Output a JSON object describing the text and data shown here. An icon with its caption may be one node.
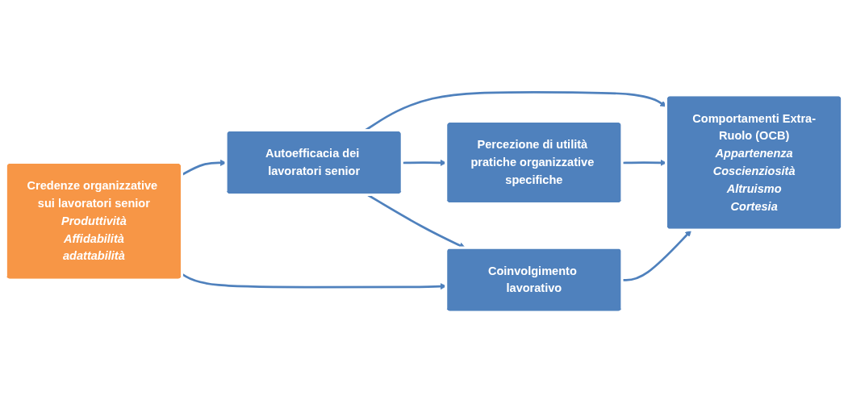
{
  "diagram": {
    "nodes": [
      {
        "text": [
          "Credenze organizzative sui lavoratori senior",
          "Produttività",
          "Affidabilità",
          "adattabilità"
        ]
      },
      {
        "text": [
          "Autoefficacia dei lavoratori senior"
        ]
      },
      {
        "text": [
          "Percezione di utilità pratiche organizzative specifiche"
        ]
      },
      {
        "text": [
          "Coinvolgimento lavorativo"
        ]
      },
      {
        "text": [
          "Comportamenti Extra-Ruolo (OCB)",
          "Appartenenza",
          "Coscienziosità",
          "Altruismo",
          "Cortesia"
        ]
      }
    ],
    "edges": [
      {
        "from": 0,
        "to": 1,
        "arrow": "to"
      },
      {
        "from": 1,
        "to": 2,
        "arrow": "to"
      },
      {
        "from": 1,
        "to": 3,
        "arrow": "to"
      },
      {
        "from": 1,
        "to": 4,
        "arrow": "to"
      },
      {
        "from": 2,
        "to": 4,
        "arrow": "to"
      },
      {
        "from": 0,
        "to": 3,
        "arrow": "to"
      },
      {
        "from": 3,
        "to": 4,
        "arrow": "to"
      }
    ]
  }
}
